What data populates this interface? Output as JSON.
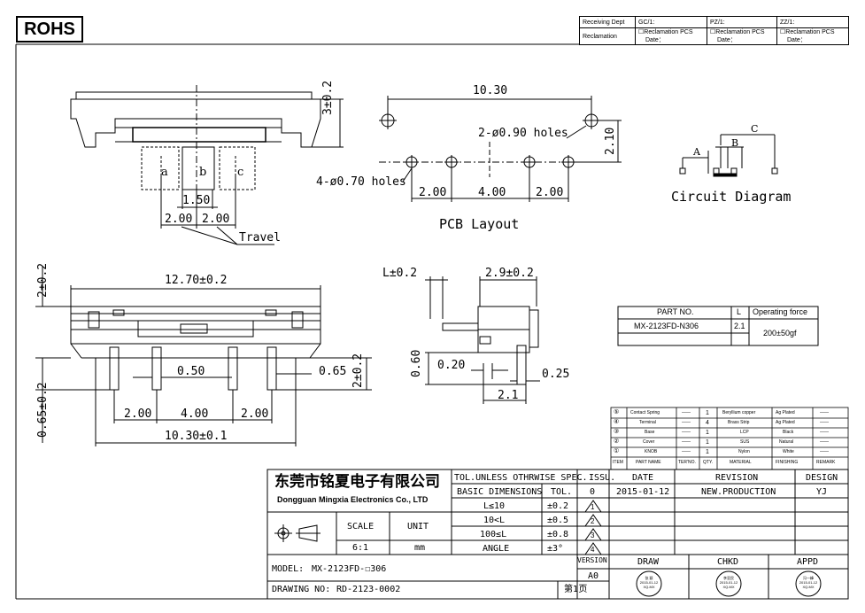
{
  "rohs": "ROHS",
  "approval": {
    "receiving_dept": "Receiving Dept",
    "reclamation": "Reclamation",
    "cols": [
      {
        "head": "GC/1:",
        "body": "☐Reclamation  PCS",
        "date": "Date："
      },
      {
        "head": "PZ/1:",
        "body": "☐Reclamation  PCS",
        "date": "Date："
      },
      {
        "head": "ZZ/1:",
        "body": "☐Reclamation  PCS",
        "date": "Date："
      }
    ]
  },
  "views": {
    "top_dims": {
      "height": "3±0.2",
      "pitch": "1.50",
      "a": "a",
      "b": "b",
      "c": "c",
      "d1": "2.00",
      "d2": "2.00",
      "travel": "Travel"
    },
    "pcb": {
      "width": "10.30",
      "holes_large": "2-ø0.90  holes",
      "holes_small": "4-ø0.70  holes",
      "height": "2.10",
      "s1": "2.00",
      "s2": "4.00",
      "s3": "2.00",
      "title": "PCB  Layout"
    },
    "circuit": {
      "title": "Circuit  Diagram",
      "a": "A",
      "b": "B",
      "c": "C"
    },
    "front": {
      "width": "12.70±0.2",
      "h_left": "2±0.2",
      "h_left2": "0.65±0.2",
      "pin_w": "0.50",
      "pin_off": "0.65",
      "h_right": "2±0.2",
      "s1": "2.00",
      "s2": "4.00",
      "s3": "2.00",
      "total": "10.30±0.1"
    },
    "side": {
      "l": "L±0.2",
      "w": "2.9±0.2",
      "h": "0.60",
      "t": "0.20",
      "p": "0.25",
      "b": "2.1"
    }
  },
  "part_table": {
    "headers": [
      "PART  NO.",
      "L",
      "Operating force"
    ],
    "row": [
      "MX-2123FD-N306",
      "2.1",
      "200±50gf"
    ]
  },
  "bom": {
    "rows": [
      {
        "item": "⑤",
        "name": "Contact Spring",
        "ter": "——",
        "qty": "1",
        "mat": "Beryllium copper",
        "fin": "Ag Plated",
        "rem": "——"
      },
      {
        "item": "④",
        "name": "Terminal",
        "ter": "——",
        "qty": "4",
        "mat": "Brass Strip",
        "fin": "Ag Plated",
        "rem": "——"
      },
      {
        "item": "③",
        "name": "Base",
        "ter": "——",
        "qty": "1",
        "mat": "LCP",
        "fin": "Black",
        "rem": "——"
      },
      {
        "item": "②",
        "name": "Cover",
        "ter": "——",
        "qty": "1",
        "mat": "SUS",
        "fin": "Natural",
        "rem": "——"
      },
      {
        "item": "①",
        "name": "KNOB",
        "ter": "——",
        "qty": "1",
        "mat": "Nylon",
        "fin": "White",
        "rem": "——"
      }
    ],
    "headers": [
      "ITEM",
      "PART NAME",
      "TER'NO.",
      "QTY.",
      "MATERIAL",
      "FINISHING",
      "REMARK"
    ]
  },
  "title_block": {
    "company_cn": "东莞市铭夏电子有限公司",
    "company_en": "Dongguan Mingxia Electronics Co., LTD",
    "tol_head": "TOL.UNLESS OTHRWISE SPEC.",
    "issu": ". ISSU.",
    "basic": "BASIC DIMENSIONS",
    "tol": "TOL.",
    "tols": [
      {
        "range": "L≤10",
        "val": "±0.2",
        "issu": "1"
      },
      {
        "range": "10<L",
        "val": "±0.5",
        "issu": "2"
      },
      {
        "range": "100≤L",
        "val": "±0.8",
        "issu": "3"
      },
      {
        "range": "ANGLE",
        "val": "±3°",
        "issu": "4"
      }
    ],
    "issu0": "0",
    "scale_label": "SCALE",
    "unit_label": "UNIT",
    "scale": "6:1",
    "unit": "mm",
    "date_h": "DATE",
    "rev_h": "REVISION",
    "design_h": "DESIGN",
    "date": "2015-01-12",
    "rev": "NEW.PRODUCTION",
    "design": "YJ",
    "model_label": "MODEL:",
    "model": "MX-2123FD-☐306",
    "version_label": "VERSION",
    "version": "A0",
    "drawing_label": "DRAWING NO:",
    "drawing": "RD-2123-0002",
    "page": "第1页",
    "draw": "DRAW",
    "chkd": "CHKD",
    "appd": "APPD",
    "stamps": [
      "张 颖\n2015-01-12\nXQ-MX",
      "李亚民\n2015-01-12\nXQ-MX",
      "冯一峰\n2015-01-12\nXQ-MX"
    ]
  }
}
